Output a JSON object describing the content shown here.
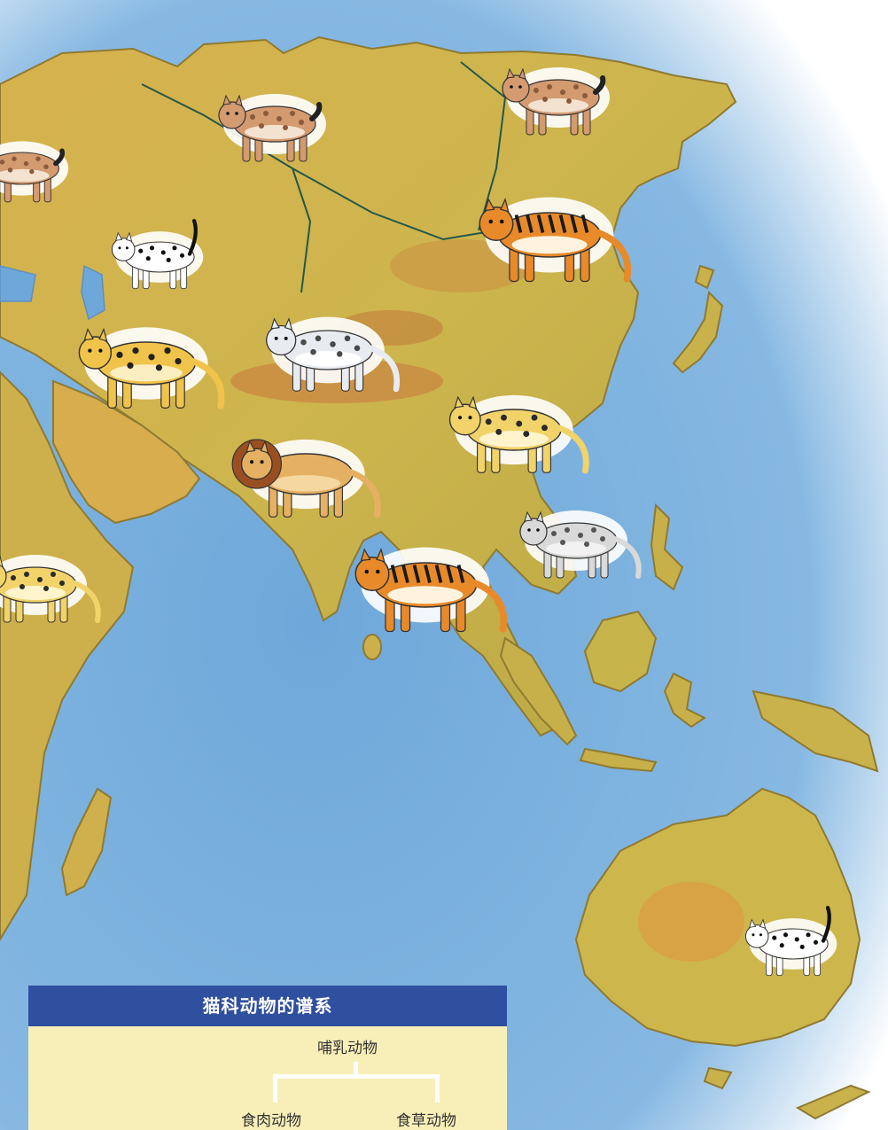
{
  "colors": {
    "ocean": "#7fb0dc",
    "land_low": "#c9c25a",
    "land_mid": "#d9a94a",
    "land_high": "#c8693a",
    "border": "#24574a",
    "panel_header": "#2f4f9f",
    "panel_body": "#f8efb8"
  },
  "map": {
    "animals": [
      {
        "kind": "lynx",
        "icon": "lynx-icon"
      },
      {
        "kind": "lynx",
        "icon": "lynx-icon"
      },
      {
        "kind": "lynx",
        "icon": "lynx-icon"
      },
      {
        "kind": "domestic-cat",
        "icon": "cat-icon"
      },
      {
        "kind": "tiger",
        "icon": "tiger-icon"
      },
      {
        "kind": "cheetah",
        "icon": "cheetah-icon"
      },
      {
        "kind": "snow-leopard",
        "icon": "snow-leopard-icon"
      },
      {
        "kind": "leopard",
        "icon": "leopard-icon"
      },
      {
        "kind": "lion",
        "icon": "lion-icon"
      },
      {
        "kind": "tiger",
        "icon": "tiger-icon"
      },
      {
        "kind": "clouded-leopard",
        "icon": "clouded-leopard-icon"
      },
      {
        "kind": "leopard",
        "icon": "leopard-icon"
      },
      {
        "kind": "domestic-cat",
        "icon": "cat-icon"
      }
    ]
  },
  "family_tree": {
    "title": "猫科动物的谱系",
    "root": "哺乳动物",
    "children": [
      "食肉动物",
      "食草动物"
    ]
  }
}
